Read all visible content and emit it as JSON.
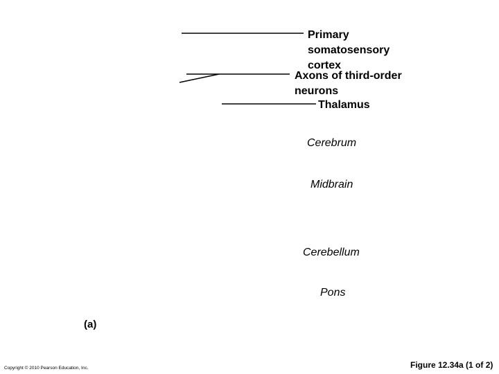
{
  "labels": {
    "primary_line1": "Primary",
    "primary_line2": "somatosensory",
    "primary_line3": "cortex",
    "axons_line1": "Axons of third-order",
    "axons_line2": "neurons",
    "thalamus": "Thalamus",
    "cerebrum": "Cerebrum",
    "midbrain": "Midbrain",
    "cerebellum": "Cerebellum",
    "pons": "Pons"
  },
  "panel_letter": "(a)",
  "footer": {
    "copyright": "Copyright © 2010 Pearson Education, Inc.",
    "figure": "Figure 12.34a (1 of 2)"
  }
}
